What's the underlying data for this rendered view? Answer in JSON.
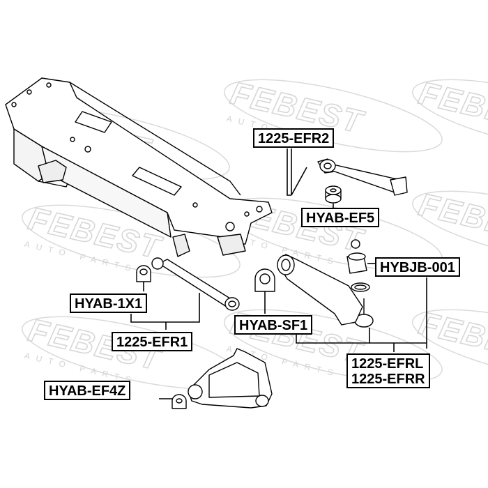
{
  "watermark": {
    "brand": "FEBEST",
    "tagline": "AUTO PARTS"
  },
  "labels": {
    "efr2": "1225-EFR2",
    "ef5": "HYAB-EF5",
    "hybjb": "HYBJB-001",
    "x1": "HYAB-1X1",
    "sf1": "HYAB-SF1",
    "efr1": "1225-EFR1",
    "efrl": "1225-EFRL",
    "efrr": "1225-EFRR",
    "ef4z": "HYAB-EF4Z"
  },
  "colors": {
    "line": "#000000",
    "watermark": "#d7d7d7",
    "part_fill": "#ffffff"
  }
}
